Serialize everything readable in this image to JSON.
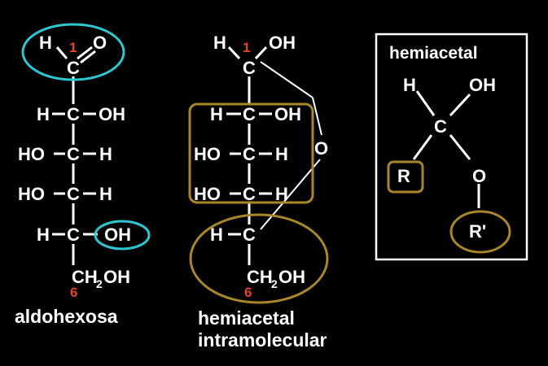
{
  "colors": {
    "background": "#000000",
    "atom": "#ffffff",
    "carbon_number": "#e8432a",
    "highlight_cyan": "#2ec7d0",
    "highlight_gold": "#a8862a"
  },
  "atoms": {
    "H": "H",
    "C": "C",
    "O": "O",
    "OH": "OH",
    "HO": "HO",
    "CH": "CH",
    "sub2": "2",
    "R": "R",
    "Rprime": "R'"
  },
  "numbers": {
    "c1": "1",
    "c6": "6"
  },
  "captions": {
    "aldohexosa": "aldohexosa",
    "hemiacetal_line1": "hemiacetal",
    "hemiacetal_line2": "intramolecular"
  },
  "panel": {
    "title": "hemiacetal"
  }
}
